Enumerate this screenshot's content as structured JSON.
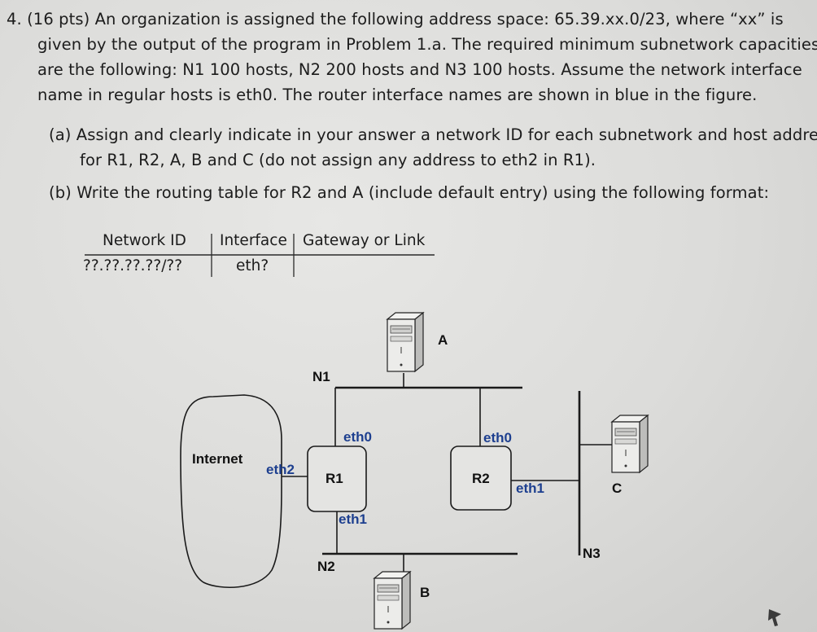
{
  "problem": {
    "lines": [
      "4. (16 pts) An organization is assigned the following address space: 65.39.xx.0/23, where “xx” is",
      "given by the output of the program in Problem 1.a. The required minimum subnetwork capacities",
      "are the following: N1 100 hosts, N2 200 hosts and N3 100 hosts. Assume the network interface",
      "name in regular hosts is eth0. The router interface names are shown in blue in the figure."
    ],
    "part_a": [
      "(a) Assign and clearly indicate in your answer a network ID for each subnetwork and host addresses",
      "for R1, R2, A, B and C (do not assign any address to eth2 in R1)."
    ],
    "part_b": "(b) Write the routing table for R2 and A (include default entry) using the following format:"
  },
  "table": {
    "headers": [
      "Network ID",
      "Interface",
      "Gateway or Link"
    ],
    "row": [
      "??.??.??.??/??",
      "eth?"
    ]
  },
  "diagram": {
    "internet": "Internet",
    "routers": {
      "r1": "R1",
      "r2": "R2"
    },
    "networks": {
      "n1": "N1",
      "n2": "N2",
      "n3": "N3"
    },
    "hosts": {
      "a": "A",
      "b": "B",
      "c": "C"
    },
    "interfaces": {
      "r1_eth0": "eth0",
      "r1_eth1": "eth1",
      "r1_eth2": "eth2",
      "r2_eth0": "eth0",
      "r2_eth1": "eth1"
    },
    "interface_color": "#1d3f8f"
  }
}
